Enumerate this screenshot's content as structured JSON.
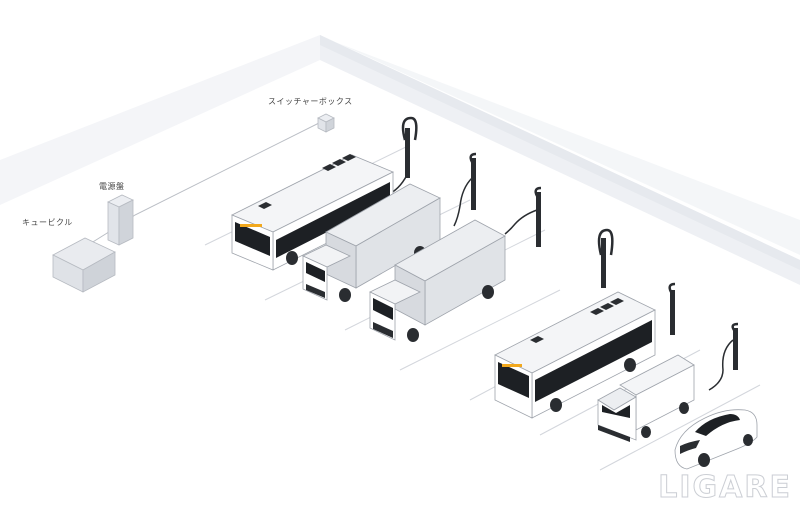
{
  "labels": {
    "switchgear_box": "スイッチャーボックス",
    "distribution_panel": "電源盤",
    "cubicle": "キュービクル"
  },
  "watermark": "LIGARE",
  "colors": {
    "wall_light": "#eef0f4",
    "wall_dark": "#e4e7ec",
    "floor": "#ffffff",
    "line": "#c7cbd2",
    "vehicle_body": "#ffffff",
    "vehicle_dark": "#1d2024",
    "vehicle_grey": "#c6c9ce",
    "accent_amber": "#f2a81d",
    "charger": "#2a2d31"
  }
}
